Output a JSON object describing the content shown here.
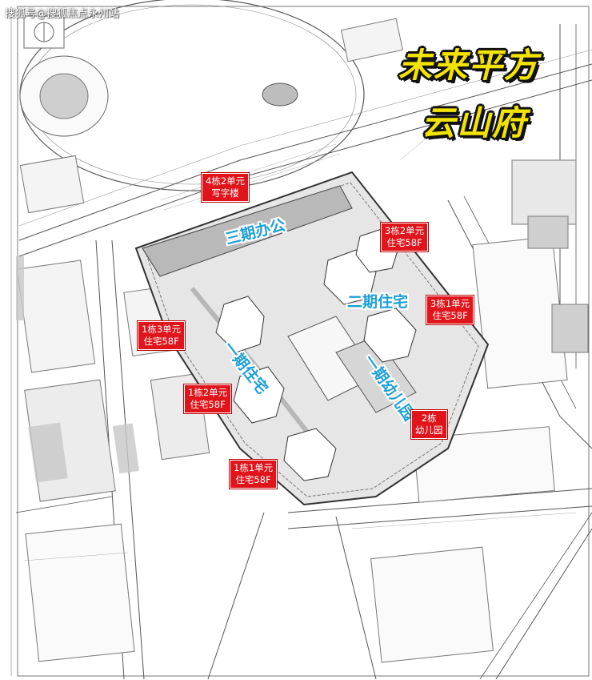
{
  "watermark": "搜狐号@搜狐焦点永州站",
  "title": {
    "line1": "未来平方",
    "line2": "云山府"
  },
  "zones": [
    {
      "id": "phase3-office",
      "text": "三期办公"
    },
    {
      "id": "phase2-residential",
      "text": "二期住宅"
    },
    {
      "id": "phase1-residential",
      "text": "一期住宅"
    },
    {
      "id": "phase1-kindergarten",
      "text": "一期幼儿园"
    }
  ],
  "tags": [
    {
      "id": "b4u2",
      "line1": "4栋2单元",
      "line2": "写字楼"
    },
    {
      "id": "b3u2",
      "line1": "3栋2单元",
      "line2": "住宅58F"
    },
    {
      "id": "b3u1",
      "line1": "3栋1单元",
      "line2": "住宅58F"
    },
    {
      "id": "b1u3",
      "line1": "1栋3单元",
      "line2": "住宅58F"
    },
    {
      "id": "b1u2",
      "line1": "1栋2单元",
      "line2": "住宅58F"
    },
    {
      "id": "b1u1",
      "line1": "1栋1单元",
      "line2": "住宅58F"
    },
    {
      "id": "b2",
      "line1": "2栋",
      "line2": "幼儿园"
    }
  ],
  "colors": {
    "tag": "#e0141b",
    "zone": "#1e9fd6",
    "title": "#f2e300",
    "plan_line": "#555555",
    "site_fill": "#cfcfcf"
  }
}
